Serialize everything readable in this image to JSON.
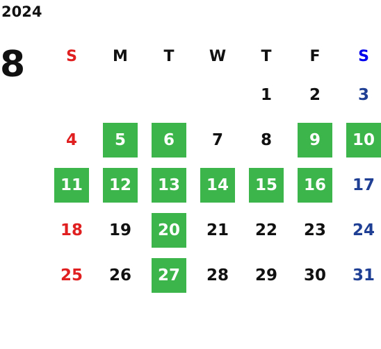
{
  "year": "2024",
  "month": "8",
  "weekday_headers": [
    "S",
    "M",
    "T",
    "W",
    "T",
    "F",
    "S"
  ],
  "colors": {
    "sunday": "#e02020",
    "saturday": "#1f3f94",
    "saturday_header": "#0000ee",
    "highlight_bg": "#3cb54a",
    "highlight_text": "#ffffff"
  },
  "weeks": [
    [
      {
        "day": "",
        "highlight": false
      },
      {
        "day": "",
        "highlight": false
      },
      {
        "day": "",
        "highlight": false
      },
      {
        "day": "",
        "highlight": false
      },
      {
        "day": "1",
        "highlight": false
      },
      {
        "day": "2",
        "highlight": false
      },
      {
        "day": "3",
        "highlight": false
      }
    ],
    [
      {
        "day": "4",
        "highlight": false
      },
      {
        "day": "5",
        "highlight": true
      },
      {
        "day": "6",
        "highlight": true
      },
      {
        "day": "7",
        "highlight": false
      },
      {
        "day": "8",
        "highlight": false
      },
      {
        "day": "9",
        "highlight": true
      },
      {
        "day": "10",
        "highlight": true
      }
    ],
    [
      {
        "day": "11",
        "highlight": true
      },
      {
        "day": "12",
        "highlight": true
      },
      {
        "day": "13",
        "highlight": true
      },
      {
        "day": "14",
        "highlight": true
      },
      {
        "day": "15",
        "highlight": true
      },
      {
        "day": "16",
        "highlight": true
      },
      {
        "day": "17",
        "highlight": false
      }
    ],
    [
      {
        "day": "18",
        "highlight": false
      },
      {
        "day": "19",
        "highlight": false
      },
      {
        "day": "20",
        "highlight": true
      },
      {
        "day": "21",
        "highlight": false
      },
      {
        "day": "22",
        "highlight": false
      },
      {
        "day": "23",
        "highlight": false
      },
      {
        "day": "24",
        "highlight": false
      }
    ],
    [
      {
        "day": "25",
        "highlight": false
      },
      {
        "day": "26",
        "highlight": false
      },
      {
        "day": "27",
        "highlight": true
      },
      {
        "day": "28",
        "highlight": false
      },
      {
        "day": "29",
        "highlight": false
      },
      {
        "day": "30",
        "highlight": false
      },
      {
        "day": "31",
        "highlight": false
      }
    ]
  ]
}
